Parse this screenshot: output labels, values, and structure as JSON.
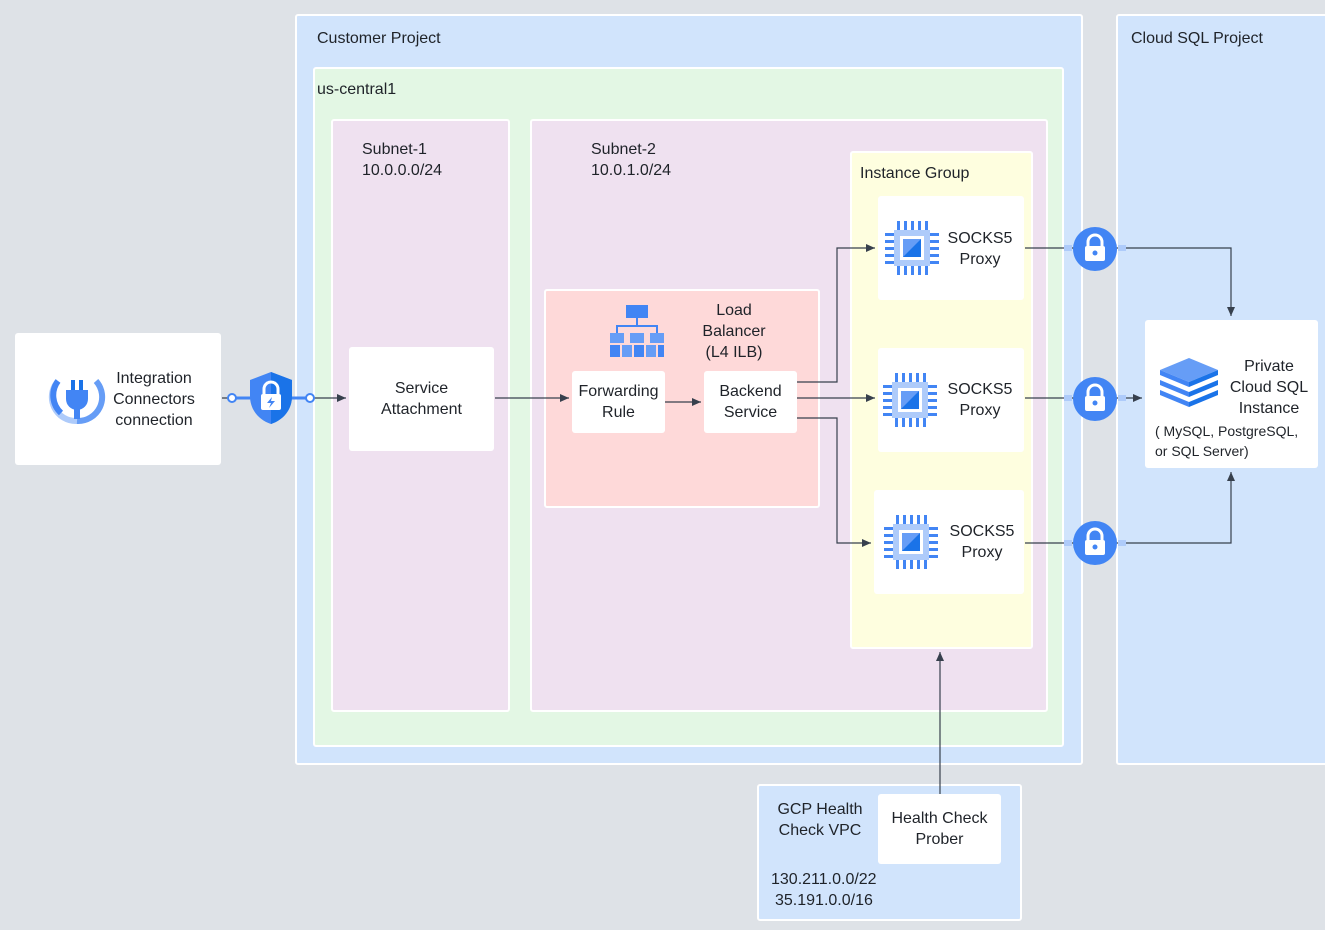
{
  "customer_project": {
    "title": "Customer Project"
  },
  "cloud_sql_project": {
    "title": "Cloud SQL Project"
  },
  "region": {
    "name": "us-central1"
  },
  "subnet1": {
    "name": "Subnet-1",
    "cidr": "10.0.0.0/24"
  },
  "subnet2": {
    "name": "Subnet-2",
    "cidr": "10.0.1.0/24"
  },
  "integration": {
    "line1": "Integration",
    "line2": "Connectors",
    "line3": "connection"
  },
  "service_attachment": {
    "line1": "Service",
    "line2": "Attachment"
  },
  "load_balancer": {
    "line1": "Load",
    "line2": "Balancer",
    "line3": "(L4 ILB)"
  },
  "forwarding_rule": {
    "line1": "Forwarding",
    "line2": "Rule"
  },
  "backend_service": {
    "line1": "Backend",
    "line2": "Service"
  },
  "instance_group": {
    "title": "Instance Group"
  },
  "proxies": [
    {
      "line1": "SOCKS5",
      "line2": "Proxy"
    },
    {
      "line1": "SOCKS5",
      "line2": "Proxy"
    },
    {
      "line1": "SOCKS5",
      "line2": "Proxy"
    }
  ],
  "cloud_sql": {
    "line1": "Private",
    "line2": "Cloud SQL",
    "line3": "Instance",
    "note1": "( MySQL, PostgreSQL,",
    "note2": "or SQL Server)"
  },
  "health_check_vpc": {
    "line1": "GCP Health",
    "line2": "Check VPC",
    "range1": "130.211.0.0/22",
    "range2": "35.191.0.0/16"
  },
  "health_check_prober": {
    "line1": "Health Check",
    "line2": "Prober"
  },
  "colors": {
    "google_blue": "#4285f4",
    "blue_dark": "#1a73e8",
    "line": "#37404d"
  }
}
